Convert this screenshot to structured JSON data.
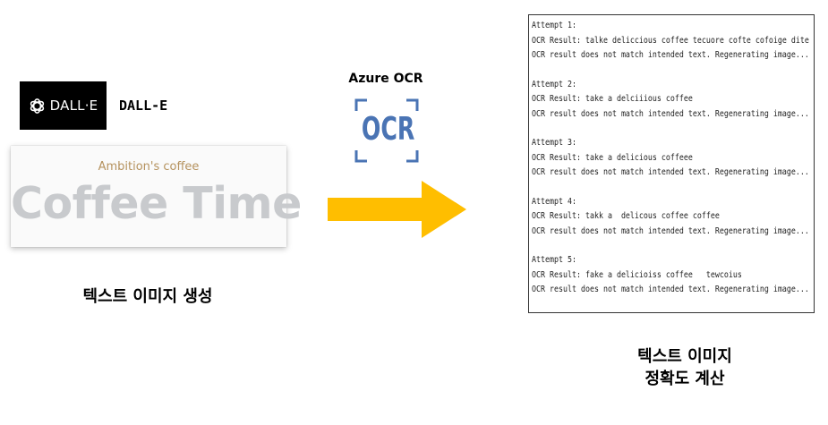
{
  "dalle": {
    "logo_text": "DALL·E",
    "label": "DALL-E"
  },
  "generated_image": {
    "subtitle": "Ambition's coffee",
    "main_text": "Coffee Time"
  },
  "left_caption": "텍스트 이미지 생성",
  "ocr": {
    "title": "Azure OCR",
    "icon_text": "OCR",
    "icon_color": "#4a74b4"
  },
  "arrow_color": "#ffbe00",
  "ocr_log": [
    {
      "attempt": "Attempt 1:",
      "result": "OCR Result: talke deliccious coffee tecuore cofte cofoige dite",
      "status": "OCR result does not match intended text. Regenerating image..."
    },
    {
      "attempt": "Attempt 2:",
      "result": "OCR Result: take a delciiious coffee",
      "status": "OCR result does not match intended text. Regenerating image..."
    },
    {
      "attempt": "Attempt 3:",
      "result": "OCR Result: take a delicious coffeee",
      "status": "OCR result does not match intended text. Regenerating image..."
    },
    {
      "attempt": "Attempt 4:",
      "result": "OCR Result: takk a  delicous coffee coffee",
      "status": "OCR result does not match intended text. Regenerating image..."
    },
    {
      "attempt": "Attempt 5:",
      "result": "OCR Result: fake a delicioiss coffee   tewcoius",
      "status": "OCR result does not match intended text. Regenerating image..."
    }
  ],
  "right_caption": {
    "line1": "텍스트 이미지",
    "line2": "정확도 계산"
  }
}
